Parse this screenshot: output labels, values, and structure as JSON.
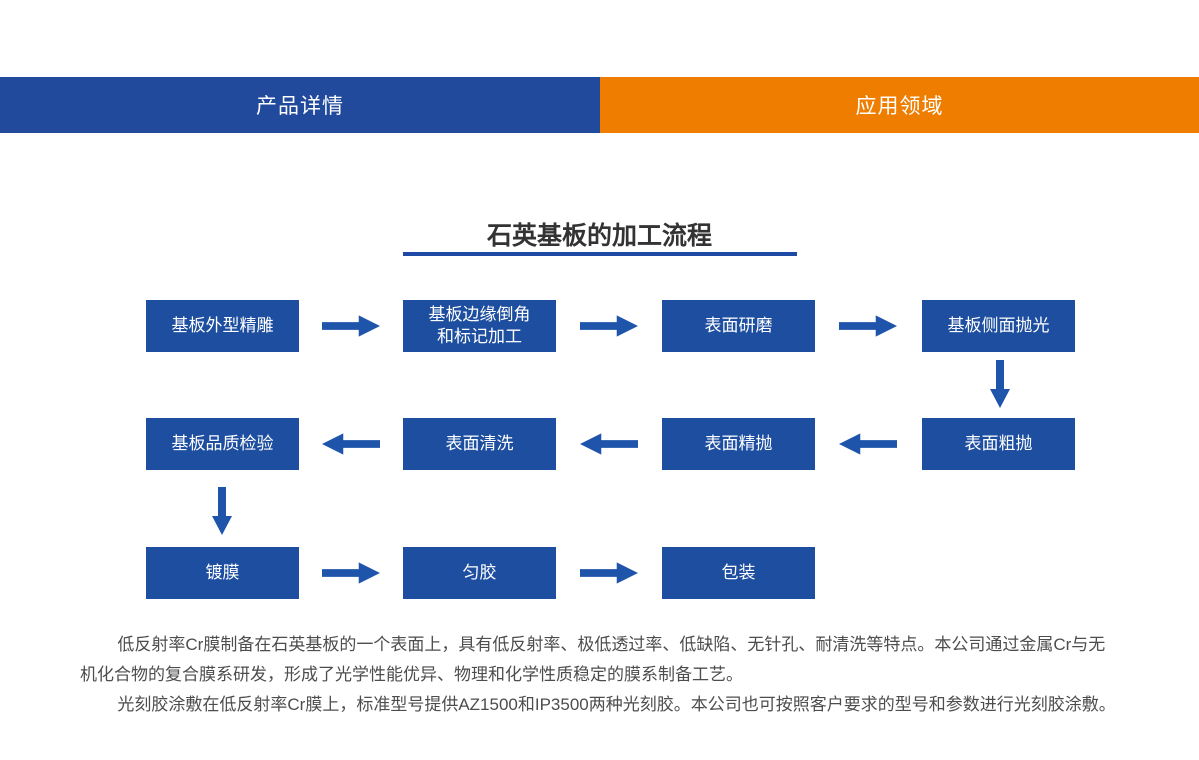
{
  "tabs": {
    "product_details": "产品详情",
    "application_fields": "应用领域"
  },
  "colors": {
    "tab_blue": "#21499c",
    "tab_orange": "#ef7d00",
    "box_blue": "#1d4e9f",
    "arrow_blue": "#1e55ab",
    "underline_blue": "#1e4aa5"
  },
  "flowchart": {
    "title": "石英基板的加工流程",
    "rows": [
      [
        "基板外型精雕",
        "基板边缘倒角\n和标记加工",
        "表面研磨",
        "基板侧面抛光"
      ],
      [
        "基板品质检验",
        "表面清洗",
        "表面精抛",
        "表面粗抛"
      ],
      [
        "镀膜",
        "匀胶",
        "包装"
      ]
    ]
  },
  "description": {
    "paragraph1": "低反射率Cr膜制备在石英基板的一个表面上，具有低反射率、极低透过率、低缺陷、无针孔、耐清洗等特点。本公司通过金属Cr与无机化合物的复合膜系研发，形成了光学性能优异、物理和化学性质稳定的膜系制备工艺。",
    "paragraph2": "光刻胶涂敷在低反射率Cr膜上，标准型号提供AZ1500和IP3500两种光刻胶。本公司也可按照客户要求的型号和参数进行光刻胶涂敷。"
  }
}
